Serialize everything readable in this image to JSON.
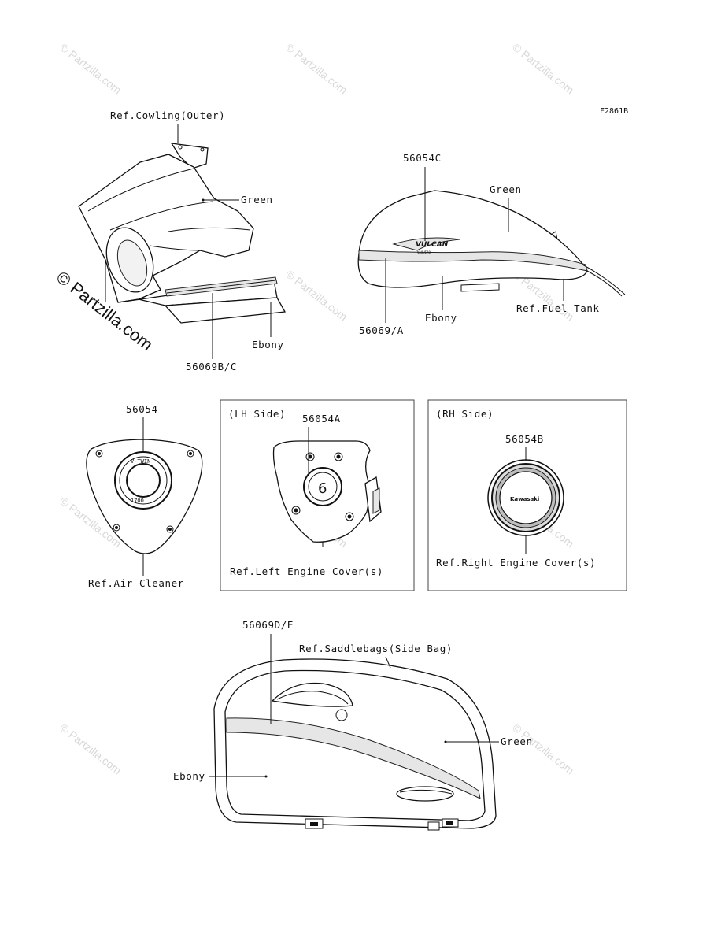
{
  "figure_code": "F2861B",
  "watermark": "© Partzilla.com",
  "cowling": {
    "ref": "Ref.Cowling(Outer)",
    "green": "Green",
    "ebony": "Ebony",
    "part": "56069B/C"
  },
  "tank": {
    "emblem_part": "56054C",
    "green": "Green",
    "ebony": "Ebony",
    "stripe_part": "56069/A",
    "ref": "Ref.Fuel Tank",
    "logo_text": "VULCAN",
    "logo_sub": "VAQUERO"
  },
  "air_cleaner": {
    "part": "56054",
    "ref": "Ref.Air Cleaner",
    "emblem_top": "V-TWIN",
    "emblem_bottom": "1700"
  },
  "left_cover": {
    "side": "(LH Side)",
    "part": "56054A",
    "ref": "Ref.Left Engine Cover(s)",
    "emblem_digit": "6"
  },
  "right_cover": {
    "side": "(RH Side)",
    "part": "56054B",
    "ref": "Ref.Right Engine Cover(s)",
    "brand": "Kawasaki"
  },
  "saddlebag": {
    "part": "56069D/E",
    "ref": "Ref.Saddlebags(Side Bag)",
    "green": "Green",
    "ebony": "Ebony"
  }
}
